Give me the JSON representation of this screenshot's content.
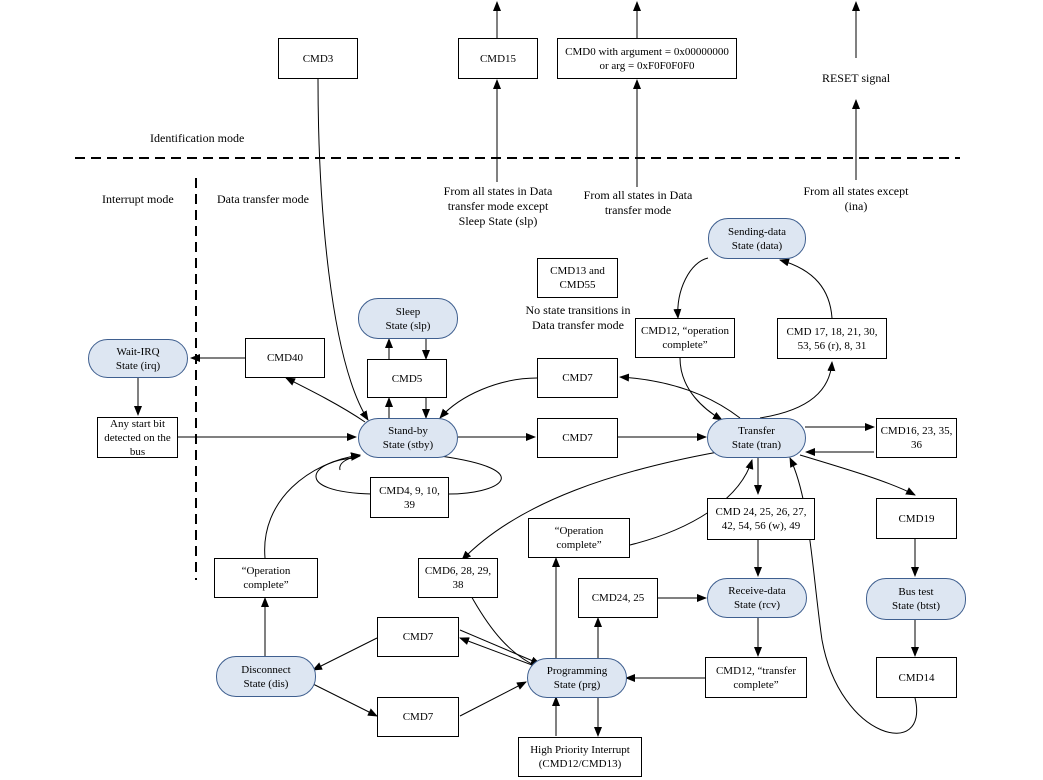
{
  "modes": {
    "identification": "Identification mode",
    "interrupt": "Interrupt mode",
    "data_transfer": "Data transfer mode"
  },
  "states": {
    "wait_irq": "Wait-IRQ\nState (irq)",
    "sleep": "Sleep\nState (slp)",
    "standby": "Stand-by\nState (stby)",
    "transfer": "Transfer\nState (tran)",
    "sending_data": "Sending-data\nState (data)",
    "receive_data": "Receive-data\nState (rcv)",
    "bus_test": "Bus test\nState (btst)",
    "disconnect": "Disconnect\nState (dis)",
    "programming": "Programming\nState (prg)"
  },
  "commands": {
    "cmd3": "CMD3",
    "cmd15": "CMD15",
    "cmd0": "CMD0 with argument = 0x00000000\nor arg = 0xF0F0F0F0",
    "cmd40": "CMD40",
    "cmd5": "CMD5",
    "cmd7_top": "CMD7",
    "cmd7_mid": "CMD7",
    "cmd13_55": "CMD13 and\nCMD55",
    "cmd12_op": "CMD12, “operation\ncomplete”",
    "cmd17": "CMD 17, 18, 21, 30,\n53, 56 (r), 8, 31",
    "cmd16": "CMD16, 23, 35,\n36",
    "cmd4": "CMD4, 9, 10,\n39",
    "any_start": "Any start bit\ndetected on the\nbus",
    "cmd24_group": "CMD 24, 25, 26, 27,\n42, 54, 56 (w), 49",
    "cmd19": "CMD19",
    "op_complete_mid": "“Operation\ncomplete”",
    "op_complete_left": "“Operation\ncomplete”",
    "cmd6": "CMD6, 28, 29,\n38",
    "cmd24_25": "CMD24, 25",
    "cmd7_dis_upper": "CMD7",
    "cmd7_dis_lower": "CMD7",
    "cmd12_transfer": "CMD12, “transfer\ncomplete”",
    "cmd14": "CMD14",
    "hpi": "High Priority Interrupt\n(CMD12/CMD13)"
  },
  "labels": {
    "reset": "RESET signal",
    "from_all_except_sleep": "From all states in Data\ntransfer mode except\nSleep State (slp)",
    "from_all_data": "From all states in Data\ntransfer mode",
    "from_all_except_ina": "From all states except\n(ina)",
    "no_state_transitions": "No state transitions in\nData transfer mode"
  },
  "colors": {
    "state_fill": "#dde6f2",
    "state_border": "#3f5f8f",
    "line": "#000000"
  }
}
